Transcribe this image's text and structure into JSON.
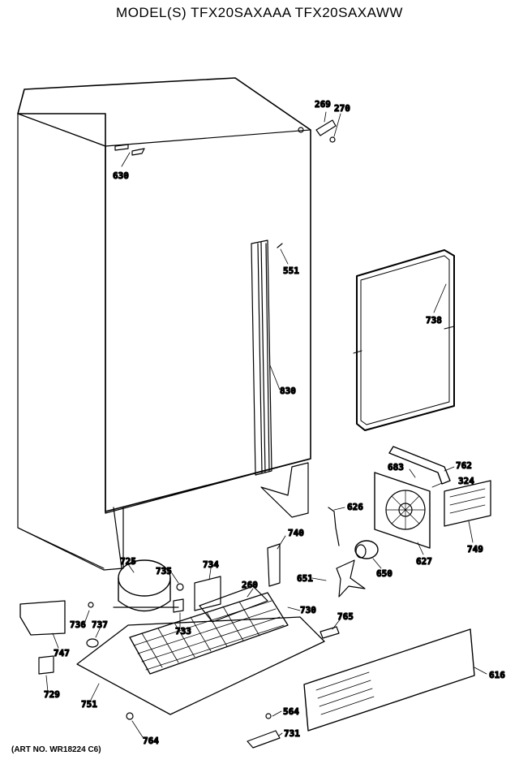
{
  "title": "MODEL(S) TFX20SAXAAA  TFX20SAXAWW",
  "art_no": "(ART NO. WR18224 C6)",
  "callouts": [
    {
      "id": "c269",
      "text": "269"
    },
    {
      "id": "c270",
      "text": "270"
    },
    {
      "id": "c630",
      "text": "630"
    },
    {
      "id": "c551",
      "text": "551"
    },
    {
      "id": "c738",
      "text": "738"
    },
    {
      "id": "c830",
      "text": "830"
    },
    {
      "id": "c762",
      "text": "762"
    },
    {
      "id": "c683",
      "text": "683"
    },
    {
      "id": "c324",
      "text": "324"
    },
    {
      "id": "c626",
      "text": "626"
    },
    {
      "id": "c749",
      "text": "749"
    },
    {
      "id": "c740",
      "text": "740"
    },
    {
      "id": "c627",
      "text": "627"
    },
    {
      "id": "c725",
      "text": "725"
    },
    {
      "id": "c735",
      "text": "735"
    },
    {
      "id": "c734",
      "text": "734"
    },
    {
      "id": "c260",
      "text": "260"
    },
    {
      "id": "c650",
      "text": "650"
    },
    {
      "id": "c651",
      "text": "651"
    },
    {
      "id": "c730",
      "text": "730"
    },
    {
      "id": "c765",
      "text": "765"
    },
    {
      "id": "c736",
      "text": "736"
    },
    {
      "id": "c737",
      "text": "737"
    },
    {
      "id": "c733",
      "text": "733"
    },
    {
      "id": "c747",
      "text": "747"
    },
    {
      "id": "c616",
      "text": "616"
    },
    {
      "id": "c729",
      "text": "729"
    },
    {
      "id": "c751",
      "text": "751"
    },
    {
      "id": "c564",
      "text": "564"
    },
    {
      "id": "c764",
      "text": "764"
    },
    {
      "id": "c731",
      "text": "731"
    }
  ]
}
